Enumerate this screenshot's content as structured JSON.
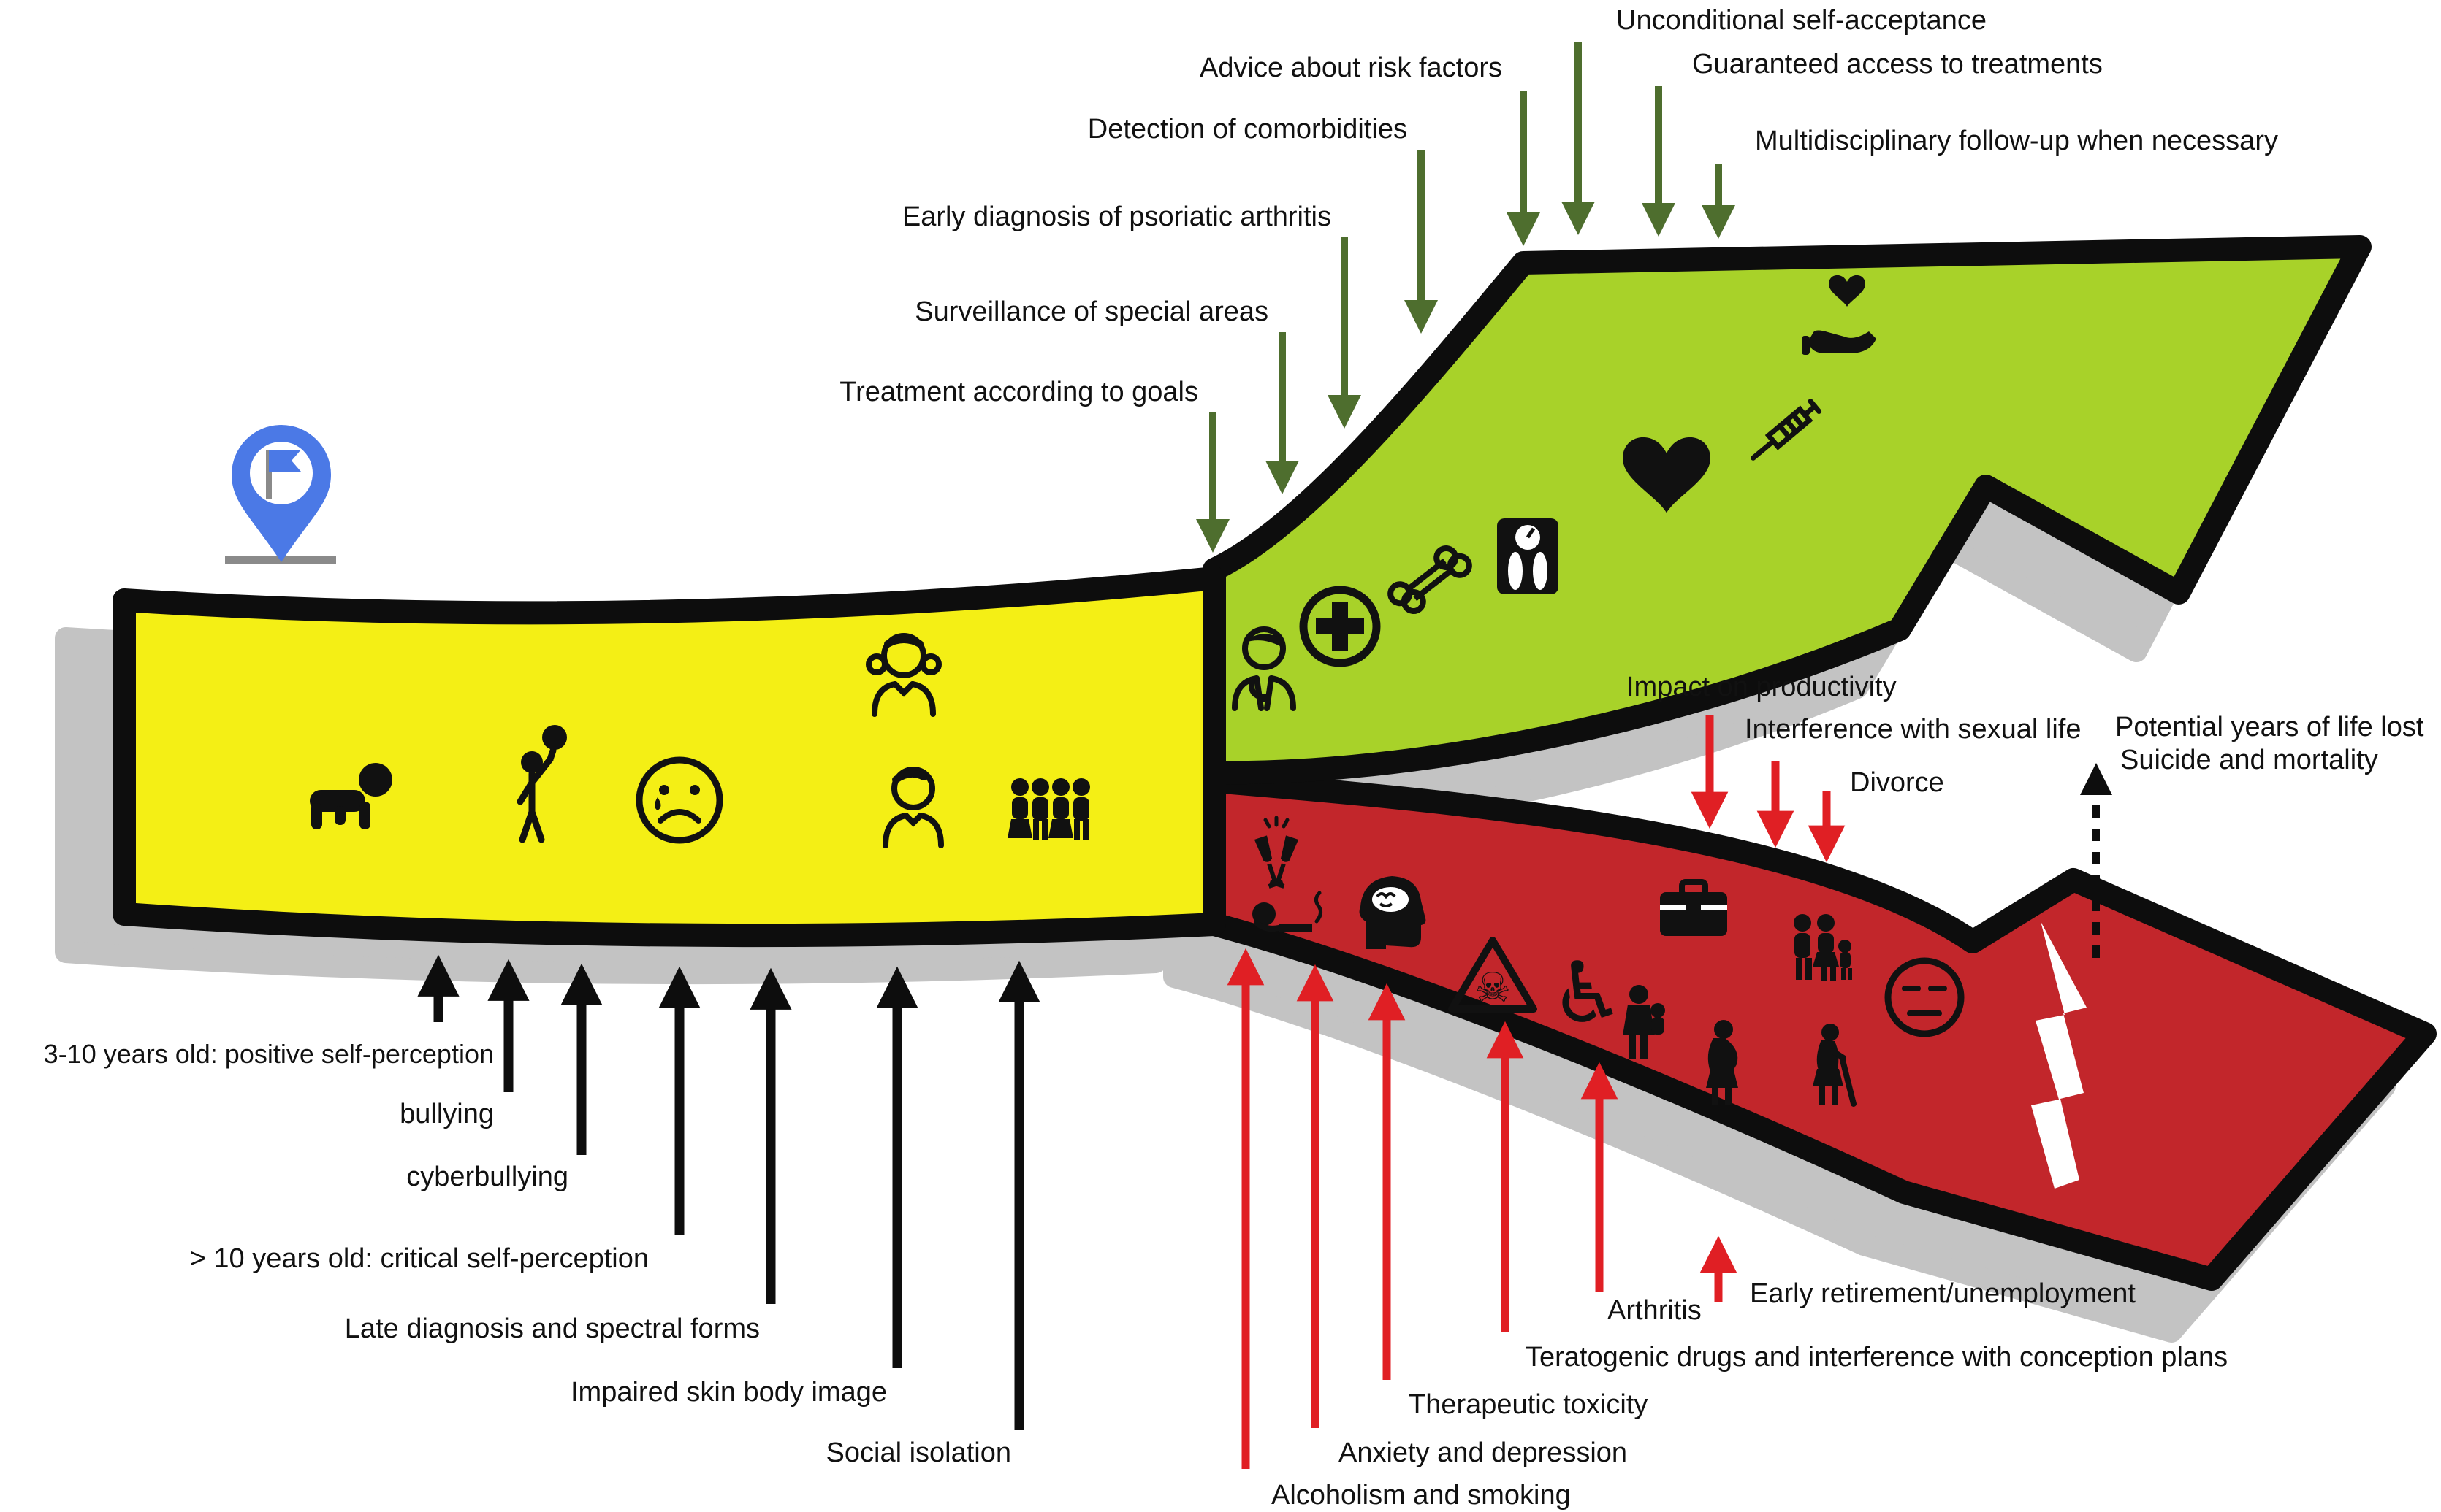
{
  "diagram": {
    "type": "patient-journey-forked-arrow",
    "colors": {
      "childhood_band": "#f4ef15",
      "optimal_band": "#a8d229",
      "adverse_band": "#c2262b",
      "green_arrow": "#4e6e2e",
      "red_arrow": "#e01f24",
      "outline": "#0d0d0d",
      "shadow": "#c3c3c3",
      "pin_blue": "#4b79e6",
      "pin_pole": "#8a8a8a"
    }
  },
  "start": {
    "icon": "flag-location-pin-icon"
  },
  "childhood": {
    "icons": [
      "baby-crawling-icon",
      "child-balloon-icon",
      "sad-face-icon",
      "girl-icon",
      "boy-icon",
      "peer-group-icon"
    ],
    "bottom_labels": [
      "3-10 years old: positive self-perception",
      "bullying",
      "cyberbullying",
      "> 10 years old: critical self-perception",
      "Late diagnosis and spectral forms",
      "Impaired skin body image",
      "Social isolation"
    ]
  },
  "optimal_path": {
    "icons": [
      "doctor-icon",
      "medical-cross-icon",
      "bone-icon",
      "weight-scale-icon",
      "heart-icon",
      "syringe-icon",
      "hand-heart-icon"
    ],
    "labels": [
      "Treatment according to goals",
      "Surveillance of special areas",
      "Early diagnosis of psoriatic arthritis",
      "Detection of comorbidities",
      "Advice about risk factors",
      "Unconditional self-acceptance",
      "Guaranteed access to treatments",
      "Multidisciplinary follow-up when necessary"
    ]
  },
  "adverse_path": {
    "icons": [
      "champagne-toast-icon",
      "smoking-icon",
      "brain-head-icon",
      "poison-warning-icon",
      "wheelchair-icon",
      "mother-child-icon",
      "pregnant-woman-icon",
      "briefcase-icon",
      "family-icon",
      "elderly-person-icon",
      "neutral-face-icon"
    ],
    "top_labels": [
      "Impact on productivity",
      "Interference with sexual life",
      "Divorce"
    ],
    "outcome_labels": [
      "Potential years of life lost",
      "Suicide and mortality"
    ],
    "bottom_labels": [
      "Alcoholism and smoking",
      "Anxiety and depression",
      "Therapeutic toxicity",
      "Teratogenic drugs and interference with conception plans",
      "Arthritis",
      "Early retirement/unemployment"
    ]
  },
  "icon_glyphs": {
    "skull": "☠",
    "wheelchair": "♿"
  }
}
